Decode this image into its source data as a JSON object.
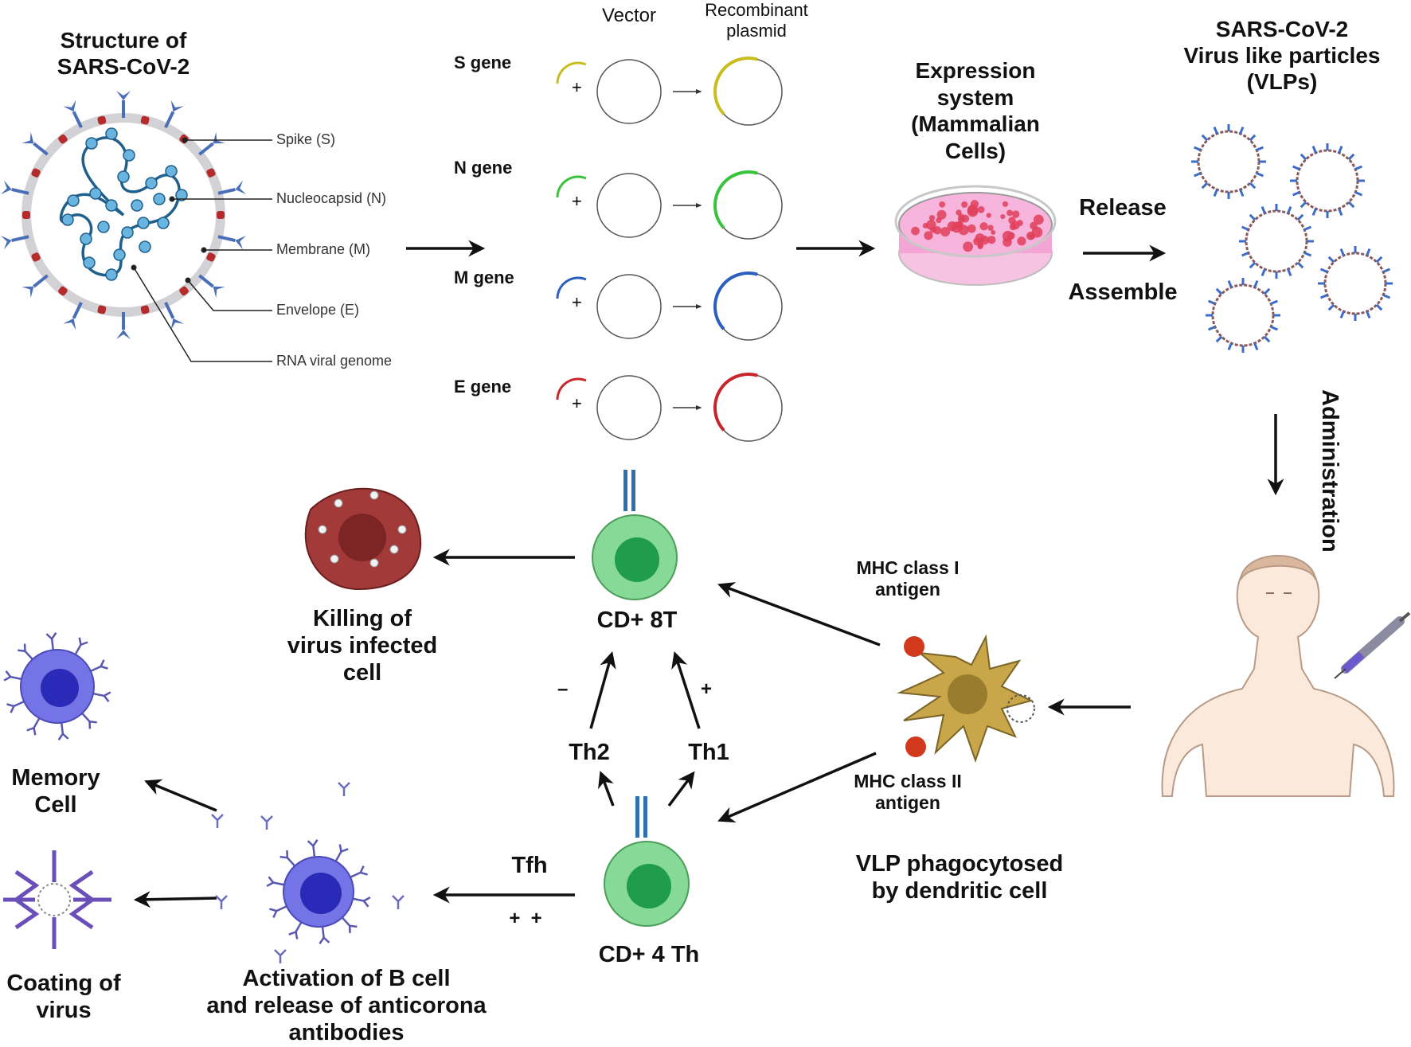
{
  "titles": {
    "structure": "Structure of\nSARS-CoV-2",
    "vector": "Vector",
    "recombinant": "Recombinant\nplasmid",
    "expression": "Expression\nsystem\n(Mammalian\nCells)",
    "vlps": "SARS-CoV-2\nVirus like particles\n(VLPs)"
  },
  "structure_labels": {
    "spike": "Spike (S)",
    "nucleocapsid": "Nucleocapsid (N)",
    "membrane": "Membrane (M)",
    "envelope": "Envelope (E)",
    "rna": "RNA viral genome"
  },
  "genes": [
    {
      "label": "S gene",
      "color": "#c9bd1e"
    },
    {
      "label": "N gene",
      "color": "#39c23c"
    },
    {
      "label": "M gene",
      "color": "#2a5fc0"
    },
    {
      "label": "E gene",
      "color": "#c7262c"
    }
  ],
  "plus_sign": "+",
  "minus_sign": "–",
  "process": {
    "release": "Release",
    "assemble": "Assemble",
    "administration": "Administration"
  },
  "immune": {
    "mhc1": "MHC class I\nantigen",
    "mhc2": "MHC class II\nantigen",
    "vlp_phago": "VLP phagocytosed\nby dendritic cell",
    "cd8": "CD+ 8T",
    "cd4": "CD+ 4 Th",
    "th1": "Th1",
    "th2": "Th2",
    "tfh": "Tfh",
    "tfh_signs": "+  +",
    "killing": "Killing of\nvirus infected\ncell",
    "memory": "Memory\nCell",
    "coating": "Coating of\nvirus",
    "bcell": "Activation of B cell\nand release of anticorona\nantibodies"
  },
  "colors": {
    "virus_membrane": "#cfcfd4",
    "spike": "#4a6fb8",
    "rna": "#1f5f8b",
    "nucleo": "#6ab4e0",
    "membrane_prot": "#b52a2a",
    "dish_pink": "#f3a6d6",
    "tcell_outer": "#7fd38a",
    "tcell_inner": "#1f9d4a",
    "bcell_outer": "#6f6fe0",
    "bcell_inner": "#2a2ab8",
    "infected": "#a23a3a",
    "dendritic": "#c9a64a"
  }
}
